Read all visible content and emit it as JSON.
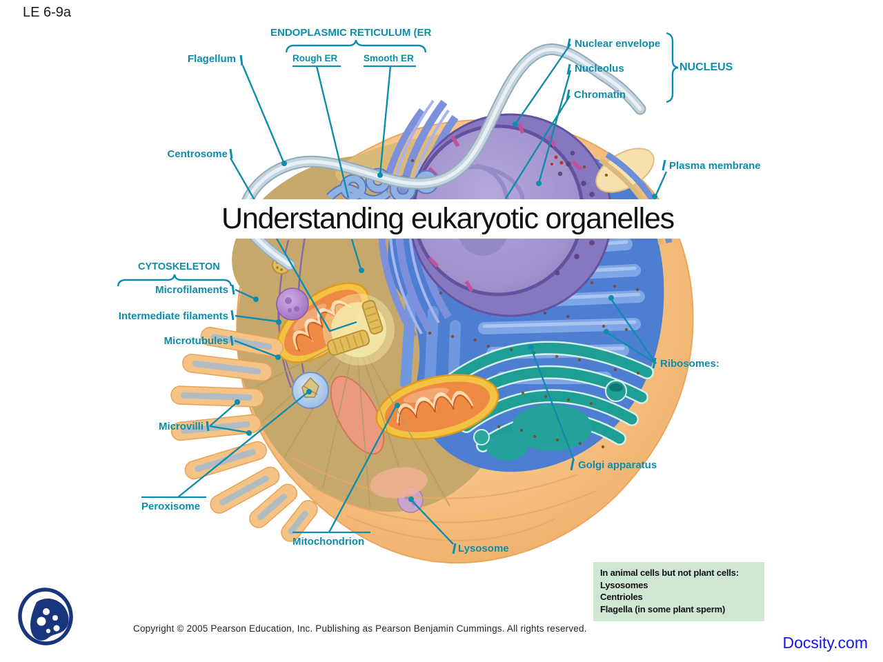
{
  "slide": {
    "tag": "LE 6-9a",
    "title": "Understanding eukaryotic organelles",
    "copyright": "Copyright ©  2005 Pearson Education, Inc. Publishing as Pearson Benjamin Cummings. All rights reserved.",
    "watermark": "Docsity.com"
  },
  "labels": {
    "er_title": {
      "text": "ENDOPLASMIC RETICULUM (ER"
    },
    "rough_er": {
      "text": "Rough ER"
    },
    "smooth_er": {
      "text": "Smooth ER"
    },
    "flagellum": {
      "text": "Flagellum"
    },
    "nuclear_envelope": {
      "text": "Nuclear envelope"
    },
    "nucleolus": {
      "text": "Nucleolus"
    },
    "chromatin": {
      "text": "Chromatin"
    },
    "nucleus": {
      "text": "NUCLEUS"
    },
    "plasma_membrane": {
      "text": "Plasma membrane"
    },
    "centrosome": {
      "text": "Centrosome"
    },
    "cytoskeleton": {
      "text": "CYTOSKELETON"
    },
    "microfilaments": {
      "text": "Microfilaments"
    },
    "intermediate_filaments": {
      "text": "Intermediate filaments"
    },
    "microtubules": {
      "text": "Microtubules"
    },
    "microvilli": {
      "text": "Microvilli"
    },
    "peroxisome": {
      "text": "Peroxisome"
    },
    "mitochondrion": {
      "text": "Mitochondrion"
    },
    "lysosome": {
      "text": "Lysosome"
    },
    "ribosomes": {
      "text": "Ribosomes:"
    },
    "golgi": {
      "text": "Golgi apparatus"
    }
  },
  "note_box": {
    "lines": [
      "In animal cells but not plant cells:",
      "Lysosomes",
      "Centrioles",
      "Flagella (in some plant sperm)"
    ]
  },
  "colors": {
    "label_teal": "#0d8dac",
    "note_bg": "#cfe6d2",
    "watermark_blue": "#1515e8",
    "logo_navy": "#18357e"
  }
}
